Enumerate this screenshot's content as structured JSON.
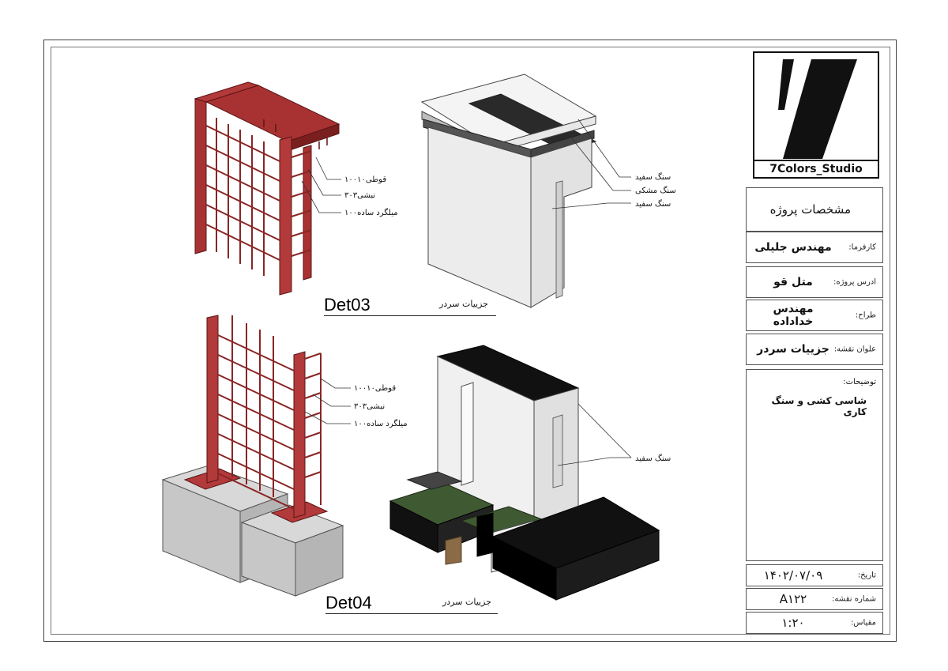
{
  "details": [
    {
      "code": "Det03",
      "subtitle": "جزییات سردر"
    },
    {
      "code": "Det04",
      "subtitle": "جزییات سردر"
    }
  ],
  "annotations": {
    "det03_frame": [
      "قوطی۱۰۰۱۰",
      "نبشی۳۰۳",
      "میلگرد ساده۱۰۰"
    ],
    "det03_stone": [
      "سنگ سفید",
      "سنگ مشکی",
      "سنگ سفید"
    ],
    "det04_frame": [
      "قوطی۱۰۰۱۰",
      "نبشی۳۰۳",
      "میلگرد ساده۱۰۰"
    ],
    "det04_stone": [
      "سنگ سفید"
    ]
  },
  "title_block": {
    "studio": "7Colors_Studio",
    "project_spec": "مشخصات پروژه",
    "rows": [
      {
        "label": "کارفرما:",
        "value": "مهندس جلیلی"
      },
      {
        "label": "ادرس پروژه:",
        "value": "متل قو"
      },
      {
        "label": "طراح:",
        "value": "مهندس خداداده"
      },
      {
        "label": "علوان نقشه:",
        "value": "جزییات سردر"
      }
    ],
    "notes_label": "توضیحات:",
    "notes_value": "شاسی کشی و سنگ کاری",
    "date_label": "تاریخ:",
    "date_value": "۱۴۰۲/۰۷/۰۹",
    "sheet_label": "شماره نقشه:",
    "sheet_value": "A۱۲۲",
    "scale_label": "مقیاس:",
    "scale_value": "۱:۲۰"
  },
  "colors": {
    "steel": "#a83232",
    "steel_dark": "#7a1f1f",
    "stone_white": "#f0f0f0",
    "stone_black": "#111111",
    "concrete": "#cfcfcf",
    "grass": "#3f5a32"
  }
}
